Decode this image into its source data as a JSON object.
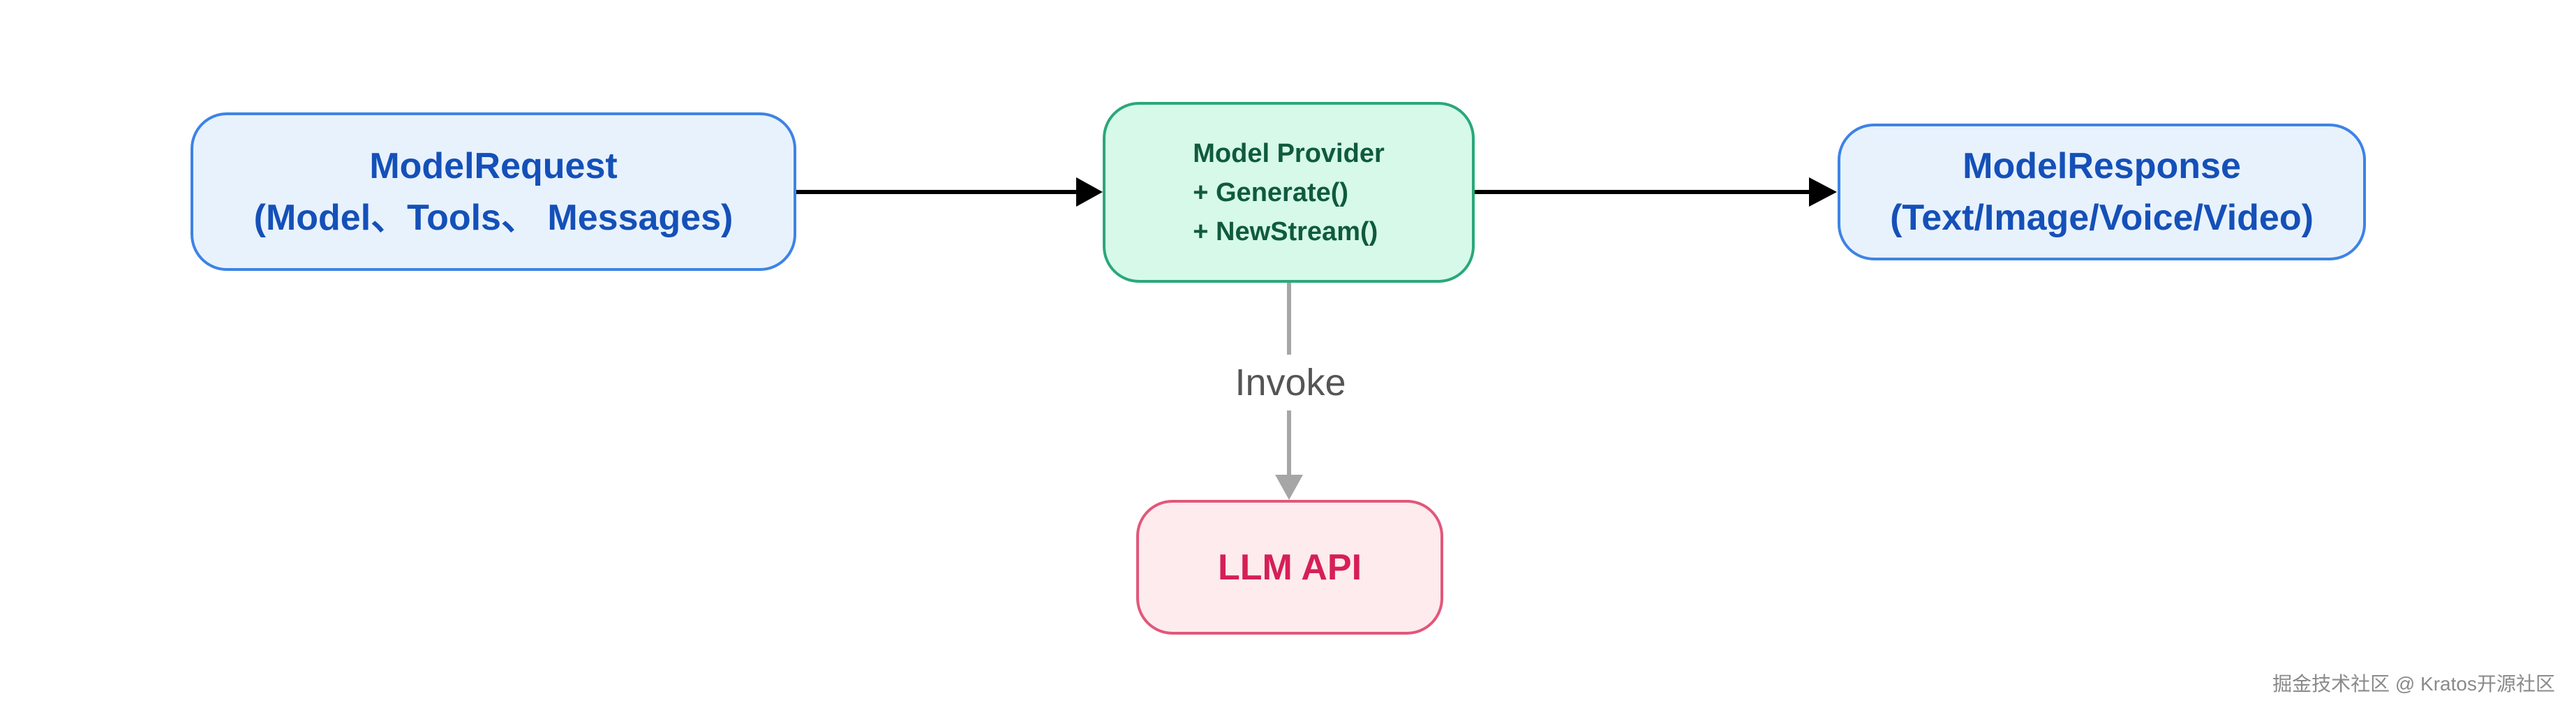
{
  "diagram": {
    "request_node": {
      "line1": "ModelRequest",
      "line2": "(Model、Tools、 Messages)"
    },
    "provider_node": {
      "title": "Model Provider",
      "method1": "+ Generate()",
      "method2": "+ NewStream()"
    },
    "response_node": {
      "line1": "ModelResponse",
      "line2": "(Text/Image/Voice/Video)"
    },
    "llm_node": {
      "label": "LLM API"
    },
    "invoke_label": "Invoke"
  },
  "watermark": "掘金技术社区 @ Kratos开源社区",
  "colors": {
    "arrow_main": "#000000",
    "arrow_invoke": "#a6a6a6"
  }
}
